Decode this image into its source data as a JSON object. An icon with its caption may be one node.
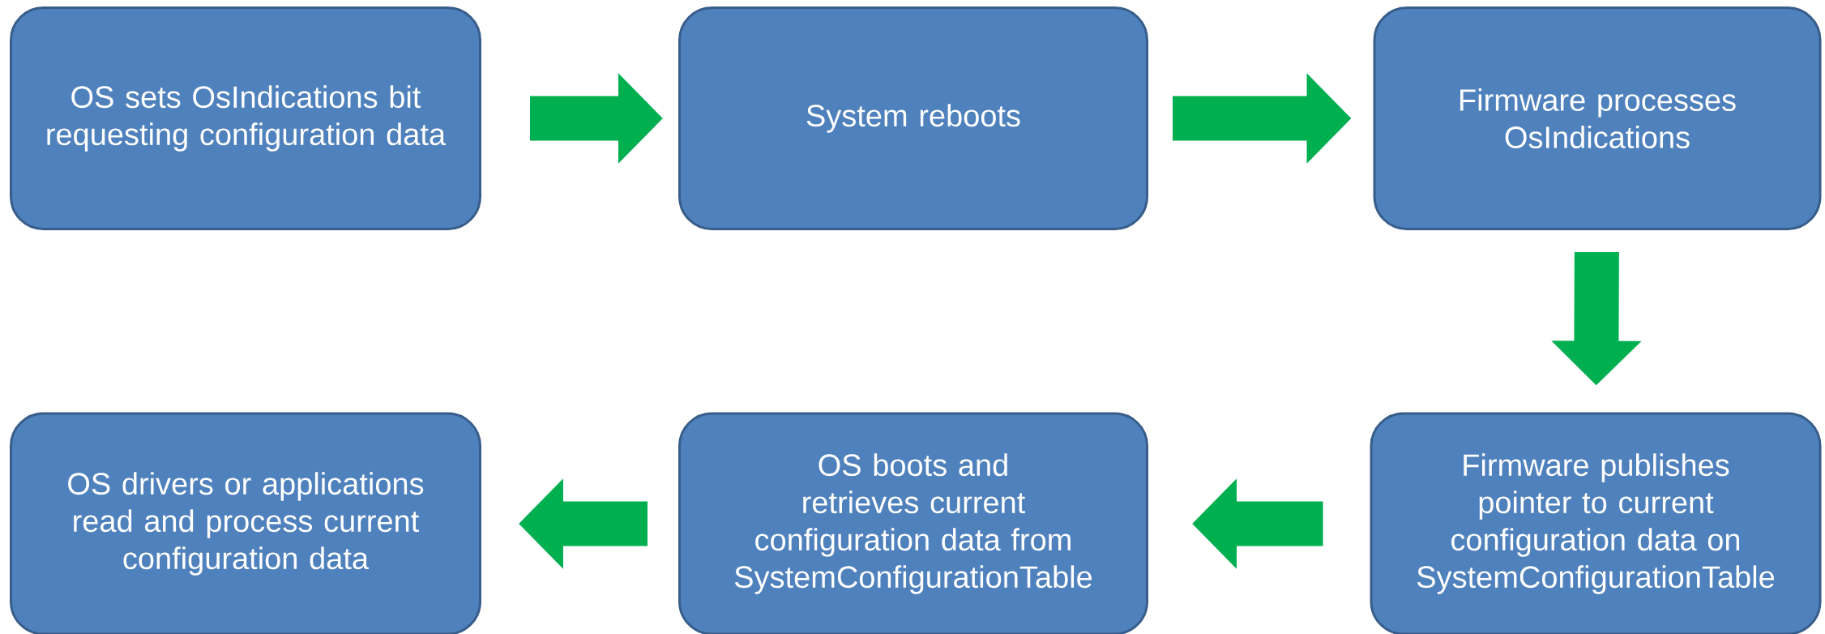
{
  "diagram": {
    "nodes": [
      {
        "text": [
          "OS sets OsIndications bit requesting configuration data"
        ]
      },
      {
        "text": [
          "System reboots"
        ]
      },
      {
        "text": [
          "Firmware processes OsIndications"
        ]
      },
      {
        "text": [
          "Firmware publishes pointer to current configuration data on SystemConfigurationTable"
        ]
      },
      {
        "text": [
          "OS boots and retrieves current configuration data from SystemConfigurationTable"
        ]
      },
      {
        "text": [
          "OS drivers or applications read and process current configuration data"
        ]
      }
    ],
    "edges": [
      {
        "from": 0,
        "to": 1,
        "arrow": "to"
      },
      {
        "from": 1,
        "to": 2,
        "arrow": "to"
      },
      {
        "from": 2,
        "to": 3,
        "arrow": "to"
      },
      {
        "from": 3,
        "to": 4,
        "arrow": "to"
      },
      {
        "from": 4,
        "to": 5,
        "arrow": "to"
      }
    ]
  }
}
